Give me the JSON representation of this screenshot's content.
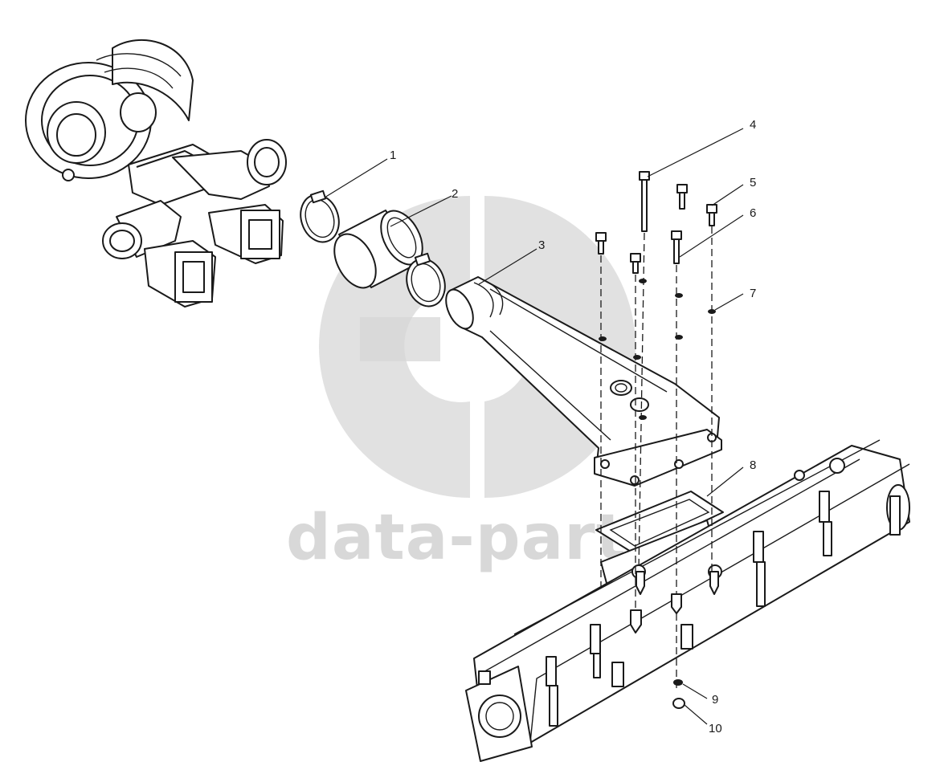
{
  "watermark": {
    "text": "data-parts",
    "color": "#cfcfcf"
  },
  "callouts": [
    {
      "id": "callout-1",
      "label": "1"
    },
    {
      "id": "callout-2",
      "label": "2"
    },
    {
      "id": "callout-3",
      "label": "3"
    },
    {
      "id": "callout-4",
      "label": "4"
    },
    {
      "id": "callout-5",
      "label": "5"
    },
    {
      "id": "callout-6",
      "label": "6"
    },
    {
      "id": "callout-7",
      "label": "7"
    },
    {
      "id": "callout-8",
      "label": "8"
    },
    {
      "id": "callout-9",
      "label": "9"
    },
    {
      "id": "callout-10",
      "label": "10"
    }
  ],
  "colors": {
    "line": "#1a1a1a",
    "background": "#ffffff",
    "watermark": "#d6d6d6"
  }
}
